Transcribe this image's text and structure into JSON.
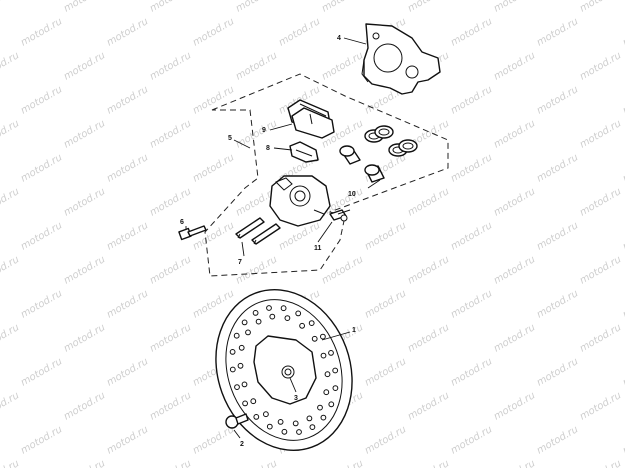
{
  "watermark": "motod.ru",
  "callouts": {
    "p1": "1",
    "p2": "2",
    "p3": "3",
    "p4": "4",
    "p5": "5",
    "p6": "6",
    "p7": "7",
    "p8": "8",
    "p9": "9",
    "p10": "10",
    "p11": "11"
  }
}
